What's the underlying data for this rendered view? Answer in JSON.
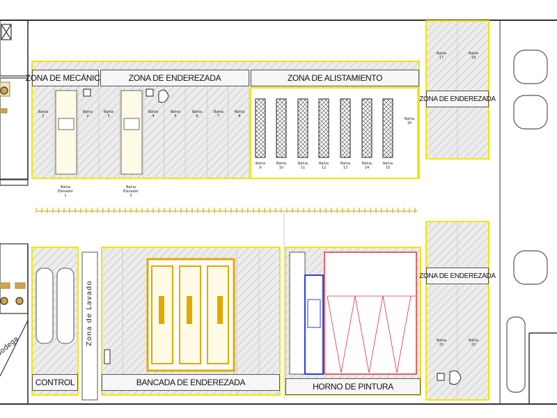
{
  "zones": {
    "mecanica": "ZONA DE MECÁNICA",
    "enderezada_top": "ZONA DE ENDEREZADA",
    "alistamiento": "ZONA DE ALISTAMIENTO",
    "enderezada_right_top": "ZONA DE ENDEREZADA",
    "enderezada_right_bottom": "ZONA DE ENDEREZADA",
    "control": "CONTROL",
    "bancada": "BANCADA DE ENDEREZADA",
    "horno": "HORNO DE PINTURA",
    "lavado": "Zona de Lavado",
    "bodega": "Bodega"
  },
  "bays": {
    "b1": "Bahia\n1",
    "b2": "Bahia\n2",
    "b3": "Bahia\n3",
    "b4": "Bahia\n4",
    "b5": "Bahia\n5",
    "b6": "Bahia\n6",
    "b7": "Bahia\n7",
    "b8": "Bahia\n8",
    "b9": "Bahia\n9",
    "b10": "Bahia\n10",
    "b11": "Bahia\n11",
    "b12": "Bahia\n12",
    "b13": "Bahia\n13",
    "b14": "Bahia\n14",
    "b15": "Bahia\n15",
    "b16": "Bahia\n16",
    "b17": "Bahia\n17",
    "b18": "Bahia\n18",
    "b21": "Bahia\n21",
    "b22": "Bahia\n22"
  },
  "elevators": {
    "e1": "Bahia\nElevador\n1",
    "e2": "Bahia\nElevador\n2"
  },
  "colors": {
    "yellow": "#f2e600",
    "hatch": "#bdbdbd",
    "wall": "#333333",
    "equipment": "#e2a800",
    "oven_blue": "#2a3fd6",
    "oven_red": "#e0303a"
  }
}
